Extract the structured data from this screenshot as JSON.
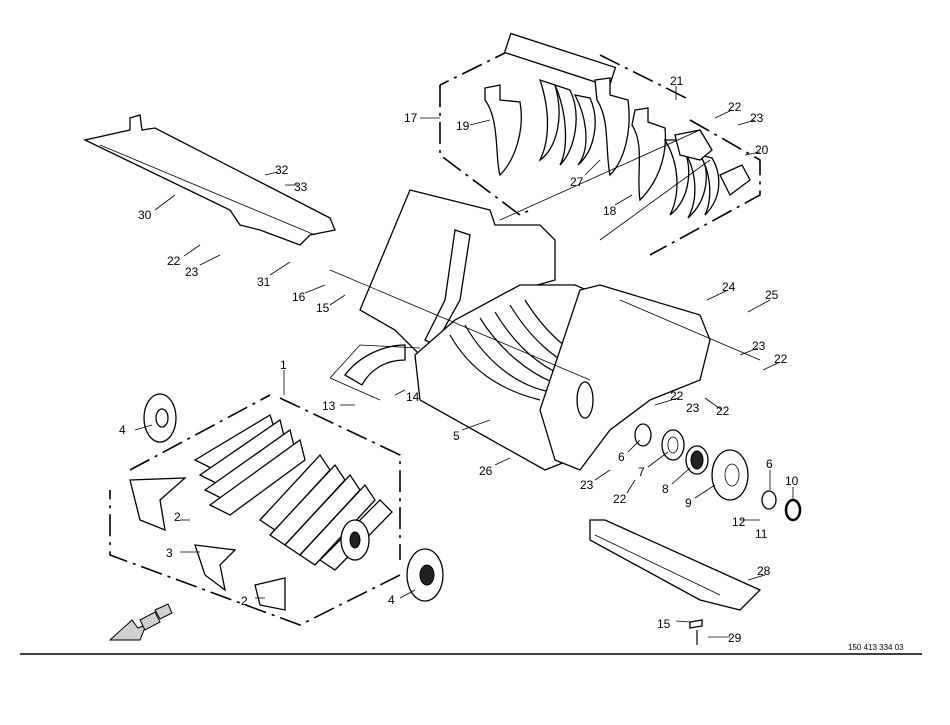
{
  "drawing_number": "150 413 334 03",
  "callouts": [
    "1",
    "2",
    "3",
    "4",
    "4",
    "5",
    "6",
    "7",
    "8",
    "9",
    "6",
    "10",
    "11",
    "12",
    "13",
    "14",
    "15",
    "16",
    "17",
    "18",
    "19",
    "20",
    "21",
    "22",
    "23",
    "22",
    "23",
    "24",
    "25",
    "23",
    "22",
    "22",
    "23",
    "22",
    "26",
    "23",
    "22",
    "27",
    "28",
    "15",
    "29",
    "30",
    "31",
    "32",
    "33",
    "2"
  ],
  "colors": {
    "line": "#000000",
    "background": "#ffffff",
    "arrow_fill": "#cfcfcf"
  }
}
